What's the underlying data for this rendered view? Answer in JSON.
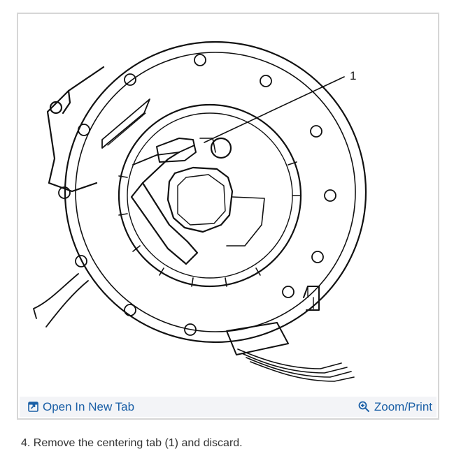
{
  "figure": {
    "callout_label": "1",
    "toolbar": {
      "open_new_tab_label": "Open In New Tab",
      "open_new_tab_icon": "open-in-new-tab-icon",
      "zoom_print_label": "Zoom/Print",
      "zoom_print_icon": "zoom-in-icon",
      "link_color": "#1a5fa6"
    }
  },
  "caption": {
    "step_text": "4. Remove the centering tab (1) and discard."
  }
}
